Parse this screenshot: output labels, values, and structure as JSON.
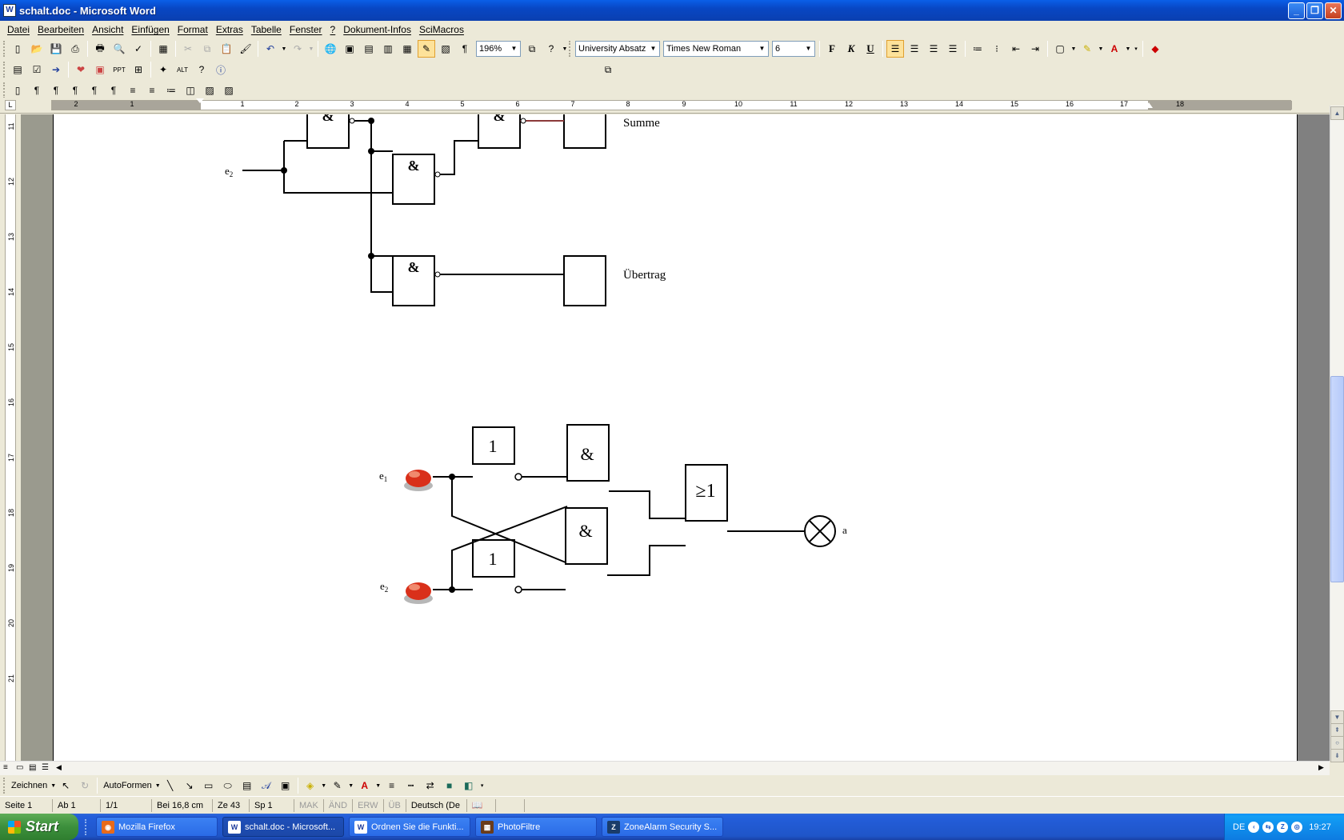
{
  "window": {
    "title": "schalt.doc - Microsoft Word",
    "minimize": "_",
    "restore": "❐",
    "close": "✕"
  },
  "menu": [
    "Datei",
    "Bearbeiten",
    "Ansicht",
    "Einfügen",
    "Format",
    "Extras",
    "Tabelle",
    "Fenster",
    "?",
    "Dokument-Infos",
    "SciMacros"
  ],
  "toolbar": {
    "zoom": "196%",
    "style": "University Absatz",
    "font": "Times New Roman",
    "size": "6",
    "bold": "F",
    "italic": "K",
    "underline": "U"
  },
  "ruler": {
    "h_ticks": [
      "2",
      "1",
      "1",
      "2",
      "3",
      "4",
      "5",
      "6",
      "7",
      "8",
      "9",
      "10",
      "11",
      "12",
      "13",
      "14",
      "15",
      "16",
      "17",
      "18"
    ],
    "v_ticks": [
      "11",
      "12",
      "13",
      "14",
      "15",
      "16",
      "17",
      "18",
      "19",
      "20",
      "21"
    ]
  },
  "circuit1": {
    "gate_and": "&",
    "input_e": "e",
    "input_e2_sub": "2",
    "out_sum": "Summe",
    "out_carry": "Übertrag"
  },
  "circuit2": {
    "input_e": "e",
    "e1_sub": "1",
    "e2_sub": "2",
    "not_label": "1",
    "and_label": "&",
    "or_label": "≥1",
    "output": "a"
  },
  "drawbar": {
    "draw": "Zeichnen",
    "autoshapes": "AutoFormen"
  },
  "status": {
    "page": "Seite 1",
    "section": "Ab 1",
    "pages": "1/1",
    "at": "Bei 16,8 cm",
    "line": "Ze 43",
    "col": "Sp 1",
    "mak": "MAK",
    "and": "ÄND",
    "erw": "ERW",
    "ub": "ÜB",
    "lang": "Deutsch (De"
  },
  "taskbar": {
    "start": "Start",
    "tasks": [
      "Mozilla Firefox",
      "schalt.doc - Microsoft...",
      "Ordnen Sie die Funkti...",
      "PhotoFiltre",
      "ZoneAlarm Security S..."
    ],
    "lang": "DE",
    "clock": "19:27"
  }
}
